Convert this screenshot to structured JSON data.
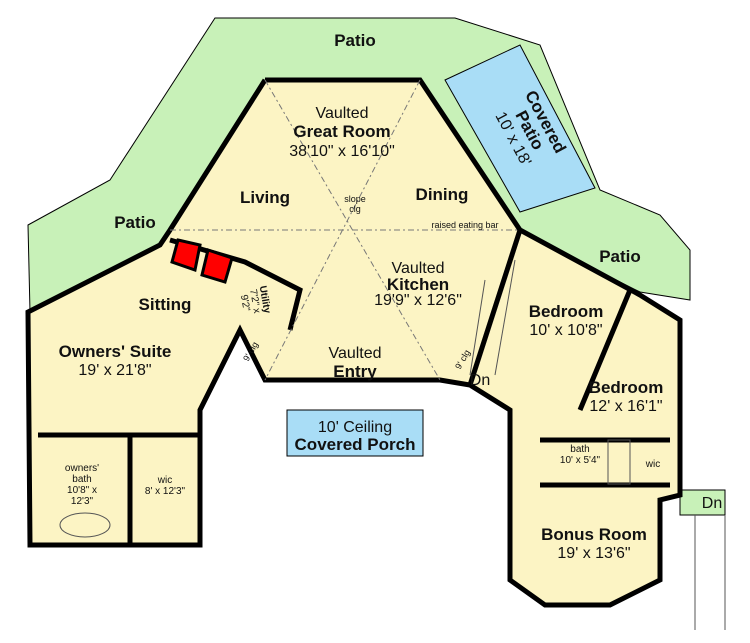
{
  "colors": {
    "interior": "#FCF4C4",
    "patio": "#C8F1B8",
    "covered": "#A9DDF6",
    "fireplace": "#FF0000",
    "wall": "#000000"
  },
  "patios": {
    "top": "Patio",
    "left": "Patio",
    "right": "Patio",
    "covered_title": "Covered Patio",
    "covered_line1": "Covered",
    "covered_line2": "Patio",
    "covered_dims": "10' x 18'"
  },
  "great_room": {
    "line1": "Vaulted",
    "line2": "Great Room",
    "dims": "38'10\" x 16'10\""
  },
  "living": "Living",
  "dining": "Dining",
  "slope": "slope",
  "clg": "clg",
  "raised_bar": "raised eating bar",
  "kitchen": {
    "line1": "Vaulted",
    "line2": "Kitchen",
    "dims": "19'9\" x 12'6\""
  },
  "utility": {
    "name": "Utility",
    "dims1": "7'2\" x",
    "dims2": "9'2\""
  },
  "sitting": "Sitting",
  "owners_suite": {
    "name": "Owners' Suite",
    "dims": "19' x 21'8\""
  },
  "owners_bath": {
    "l1": "owners'",
    "l2": "bath",
    "l3": "10'8\" x",
    "l4": "12'3\""
  },
  "wic_left": {
    "name": "wic",
    "dims": "8' x 12'3\""
  },
  "ceiling_9": "9' clg",
  "entry": {
    "line1": "Vaulted",
    "line2": "Entry"
  },
  "porch": {
    "line1": "10' Ceiling",
    "line2": "Covered Porch"
  },
  "bedroom1": {
    "name": "Bedroom",
    "dims": "10' x 10'8\""
  },
  "bedroom2": {
    "name": "Bedroom",
    "dims": "12' x 16'1\""
  },
  "bath": {
    "name": "bath",
    "dims": "10' x 5'4\""
  },
  "wic_right": "wic",
  "bonus": {
    "name": "Bonus Room",
    "dims": "19' x 13'6\""
  },
  "stair_down": "Dn"
}
